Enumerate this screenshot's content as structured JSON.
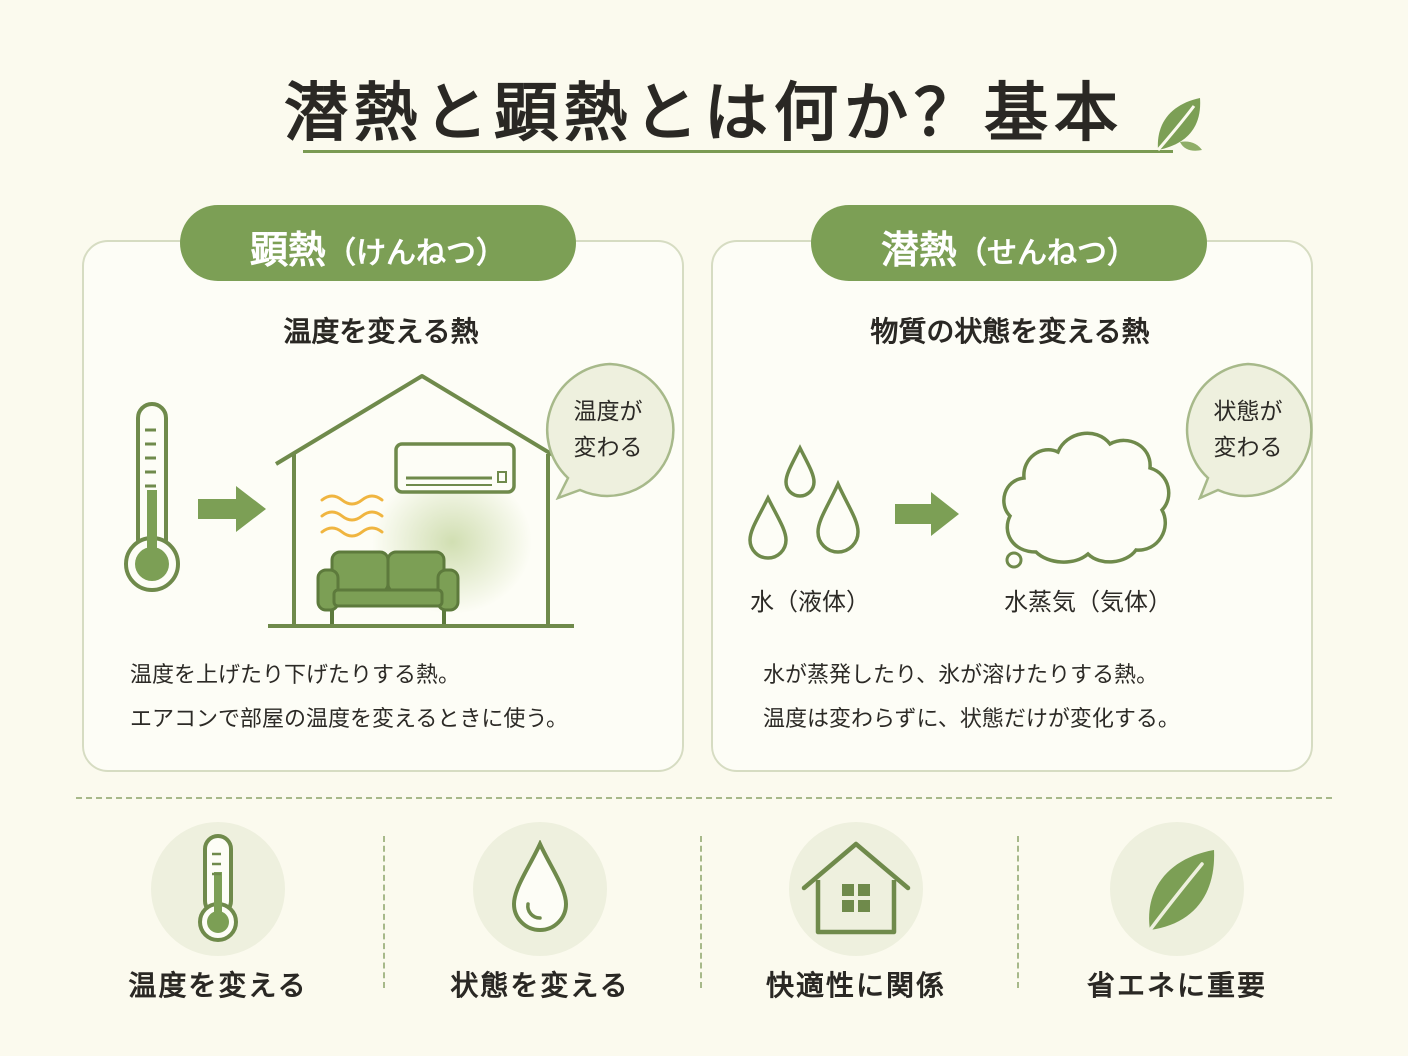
{
  "title": "潜熱と顕熱とは何か？基本",
  "sensible": {
    "heading": "顕熱",
    "reading": "（けんねつ）",
    "subtitle": "温度を変える熱",
    "bubble_line1": "温度が",
    "bubble_line2": "変わる",
    "desc_line1": "温度を上げたり下げたりする熱。",
    "desc_line2": "エアコンで部屋の温度を変えるときに使う。"
  },
  "latent": {
    "heading": "潜熱",
    "reading": "（せんねつ）",
    "subtitle": "物質の状態を変える熱",
    "bubble_line1": "状態が",
    "bubble_line2": "変わる",
    "liquid_label": "水（液体）",
    "gas_label": "水蒸気（気体）",
    "desc_line1": "水が蒸発したり、氷が溶けたりする熱。",
    "desc_line2": "温度は変わらずに、状態だけが変化する。"
  },
  "features": [
    {
      "label": "温度を変える",
      "icon": "thermometer-icon"
    },
    {
      "label": "状態を変える",
      "icon": "water-drop-icon"
    },
    {
      "label": "快適性に関係",
      "icon": "house-icon"
    },
    {
      "label": "省エネに重要",
      "icon": "leaf-icon"
    }
  ],
  "colors": {
    "accent": "#7c9f55",
    "line": "#6f8a4b",
    "background": "#fbfaee",
    "heat_wave": "#f0b540"
  }
}
